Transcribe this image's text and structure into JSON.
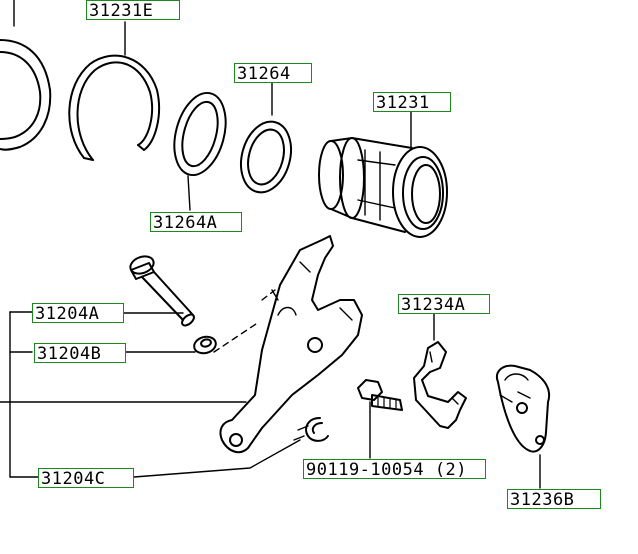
{
  "diagram": {
    "line_color": "#000000",
    "label_border_color": "#1a8a1a",
    "background": "#ffffff"
  },
  "labels": {
    "l31231E": "31231E",
    "l31264": "31264",
    "l31231": "31231",
    "l31264A": "31264A",
    "l31234A": "31234A",
    "l31204A": "31204A",
    "l31204B": "31204B",
    "l31204C": "31204C",
    "l90119": "90119-10054 (2)",
    "l31236B": "31236B"
  },
  "parts": [
    {
      "id": "snap-ring-partial",
      "label": ""
    },
    {
      "id": "snap-ring",
      "label": "31231E"
    },
    {
      "id": "large-washer",
      "label": "31264A"
    },
    {
      "id": "small-washer",
      "label": "31264"
    },
    {
      "id": "bearing-sleeve",
      "label": "31231"
    },
    {
      "id": "pivot-pin",
      "label": "31204A"
    },
    {
      "id": "pin-washer",
      "label": "31204B"
    },
    {
      "id": "release-fork",
      "label": "31204C"
    },
    {
      "id": "e-clip",
      "label": ""
    },
    {
      "id": "hold-bolt",
      "label": "90119-10054 (2)"
    },
    {
      "id": "hub-clip",
      "label": "31234A"
    },
    {
      "id": "fork-boot",
      "label": "31236B"
    }
  ]
}
